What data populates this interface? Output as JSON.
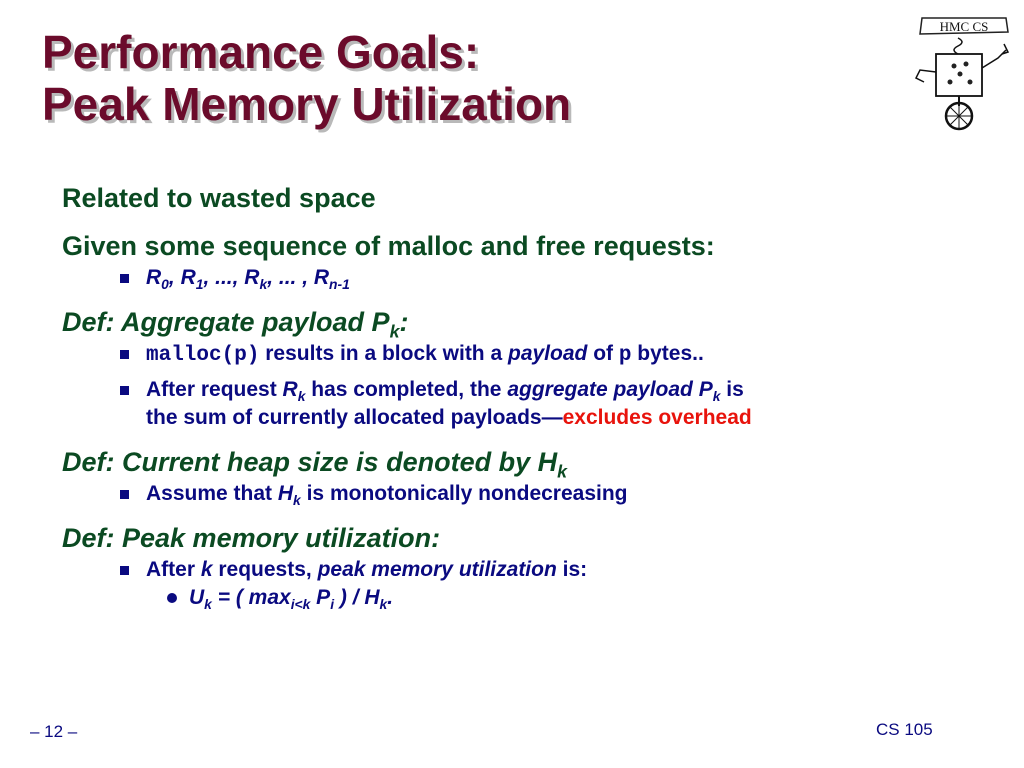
{
  "title": {
    "line1": "Performance Goals:",
    "line2": "Peak Memory Utilization"
  },
  "logo": {
    "text": "HMC CS",
    "icon": "robot-unicycle-icon"
  },
  "sections": {
    "s1": {
      "heading": "Related to wasted space"
    },
    "s2": {
      "heading": "Given some sequence of malloc and free requests:",
      "bullet": {
        "r": "R",
        "sub0": "0",
        "sep1": ", ",
        "sub1": "1",
        "sep2": ", ..., ",
        "subk": "k",
        "sep3": ", ... , ",
        "subn": "n-1"
      }
    },
    "s3": {
      "heading_pre": "Def: Aggregate payload P",
      "heading_sub": "k",
      "heading_post": ":",
      "b1": {
        "code": "malloc(p)",
        "t1": " results in a block with a ",
        "payload": "payload",
        "t2": " of ",
        "p": "p",
        "t3": " bytes.."
      },
      "b2": {
        "t1": "After request ",
        "r": "R",
        "rsub": "k",
        "t2": " has completed, the ",
        "agg": "aggregate payload P",
        "aggsub": "k",
        "t3": " is",
        "t4": "the sum of currently allocated payloads—",
        "red": "excludes overhead"
      }
    },
    "s4": {
      "heading_pre": "Def: Current heap size is denoted by H",
      "heading_sub": "k",
      "b1": {
        "t1": "Assume that ",
        "h": "H",
        "hsub": "k",
        "t2": " is monotonically nondecreasing"
      }
    },
    "s5": {
      "heading": "Def: Peak memory utilization:",
      "b1": {
        "t1": "After ",
        "k": "k",
        "t2": " requests, ",
        "pmu": "peak memory utilization",
        "t3": " is:"
      },
      "formula": {
        "u": "U",
        "usub": "k",
        "t1": " = ( max",
        "maxsub": "i<k",
        "p": " P",
        "psub": "i",
        "t2": " )  /  H",
        "hsub": "k",
        "t3": "."
      }
    }
  },
  "footer": {
    "page": "– 12 –",
    "course": "CS 105"
  }
}
